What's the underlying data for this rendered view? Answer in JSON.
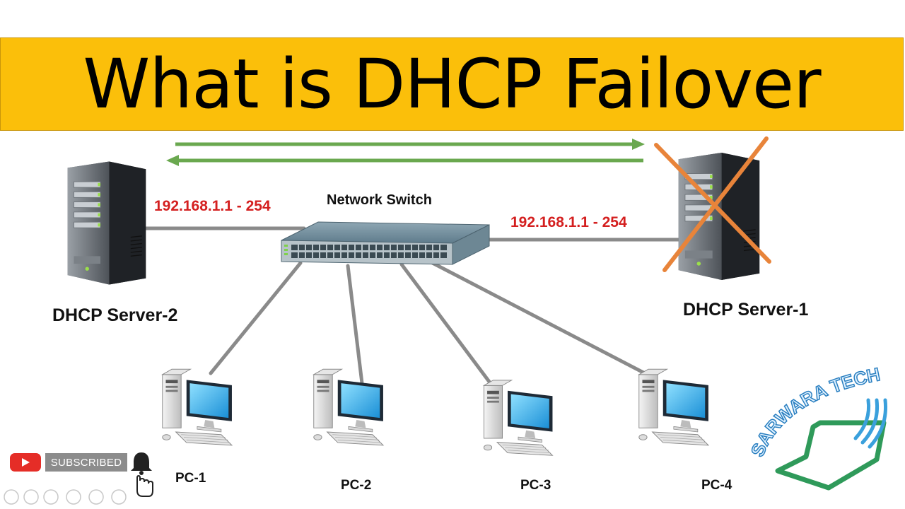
{
  "title": "What is DHCP Failover",
  "switch_label": "Network Switch",
  "servers": [
    {
      "label": "DHCP Server-2",
      "range": "192.168.1.1 - 254"
    },
    {
      "label": "DHCP Server-1",
      "range": "192.168.1.1 - 254"
    }
  ],
  "pcs": [
    "PC-1",
    "PC-2",
    "PC-3",
    "PC-4"
  ],
  "brand": "SARWARA TECH",
  "subscribe_label": "SUBSCRIBED",
  "colors": {
    "banner": "#fbbf0a",
    "ip_text": "#d41f1f",
    "arrows": "#6aa84f",
    "failed_cross": "#e8843a",
    "cable": "#8a8a8a",
    "brand": "#3aa0dc"
  },
  "icons": [
    "server-tower-icon",
    "network-switch-icon",
    "desktop-pc-icon",
    "failure-cross-icon",
    "youtube-icon",
    "bell-icon",
    "hand-pointer-icon"
  ]
}
